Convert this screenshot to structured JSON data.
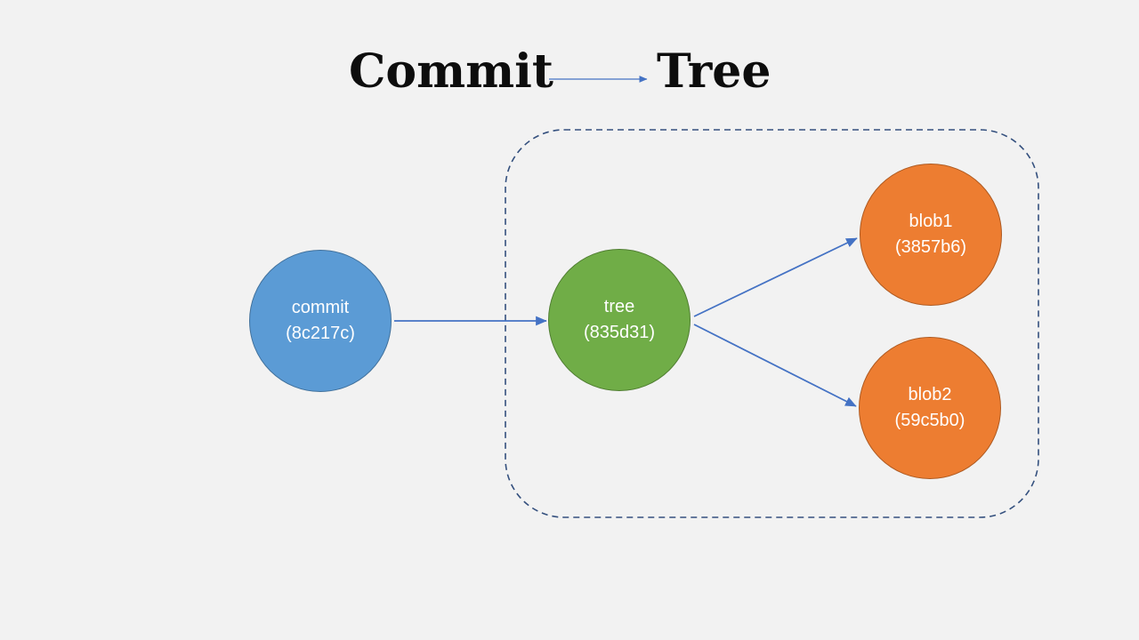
{
  "slide": {
    "background_color": "#f2f2f2",
    "title": {
      "left_word": "Commit",
      "right_word": "Tree",
      "text_color": "#0d0d0d"
    },
    "group_container": {
      "border_color": "#34507e",
      "border_style": "dashed",
      "contains": "tree and blob nodes"
    },
    "nodes": {
      "commit": {
        "label": "commit",
        "hash": "(8c217c)",
        "fill_color": "#5b9bd5",
        "border_color": "#41719c"
      },
      "tree": {
        "label": "tree",
        "hash": "(835d31)",
        "fill_color": "#70ad47",
        "border_color": "#507e32"
      },
      "blob1": {
        "label": "blob1",
        "hash": "(3857b6)",
        "fill_color": "#ed7d31",
        "border_color": "#ae5a21"
      },
      "blob2": {
        "label": "blob2",
        "hash": "(59c5b0)",
        "fill_color": "#ed7d31",
        "border_color": "#ae5a21"
      }
    },
    "edges": [
      {
        "from": "Commit",
        "to": "Tree",
        "location": "title"
      },
      {
        "from": "commit",
        "to": "tree"
      },
      {
        "from": "tree",
        "to": "blob1"
      },
      {
        "from": "tree",
        "to": "blob2"
      }
    ],
    "arrow_color": "#4472c4"
  }
}
